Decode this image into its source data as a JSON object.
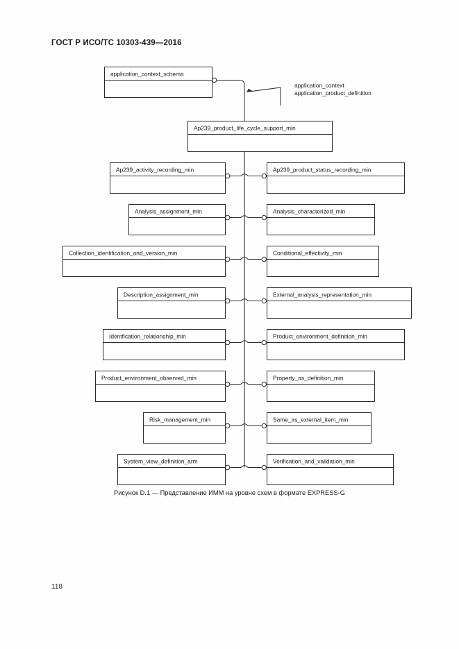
{
  "document": {
    "header": "ГОСТ Р ИСО/ТС 10303-439—2016",
    "page_number": "118",
    "caption": "Рисунок D.1 — Представление ИММ на уровне схем в формате EXPRESS-G"
  },
  "diagram": {
    "type": "express-g-schema-level",
    "schema_box": {
      "label": "application_context_schema"
    },
    "root_box": {
      "label": "Ap239_product_life_cycle_support_min"
    },
    "annotation": {
      "line1": "application_context",
      "line2": "application_product_definition"
    },
    "rows": [
      {
        "left": "Ap239_activity_recording_min",
        "right": "Ap239_product_status_recording_min"
      },
      {
        "left": "Analysis_assignment_min",
        "right": "Analysis_characterized_min"
      },
      {
        "left": "Collection_identification_and_version_min",
        "right": "Conditional_effectivity_min"
      },
      {
        "left": "Description_assignment_min",
        "right": "External_analysis_representation_min"
      },
      {
        "left": "Identfication_relationship_min",
        "right": "Product_environment_definition_min"
      },
      {
        "left": "Product_environment_observed_min",
        "right": "Property_as_definition_min"
      },
      {
        "left": "Risk_management_min",
        "right": "Same_as_external_item_min"
      },
      {
        "left": "System_view_definition_arm",
        "right": "Verification_and_validation_min"
      }
    ]
  },
  "colors": {
    "page_background": "#fefefe",
    "ink": "#1a1a1a",
    "stroke": "#2b2b2b"
  }
}
